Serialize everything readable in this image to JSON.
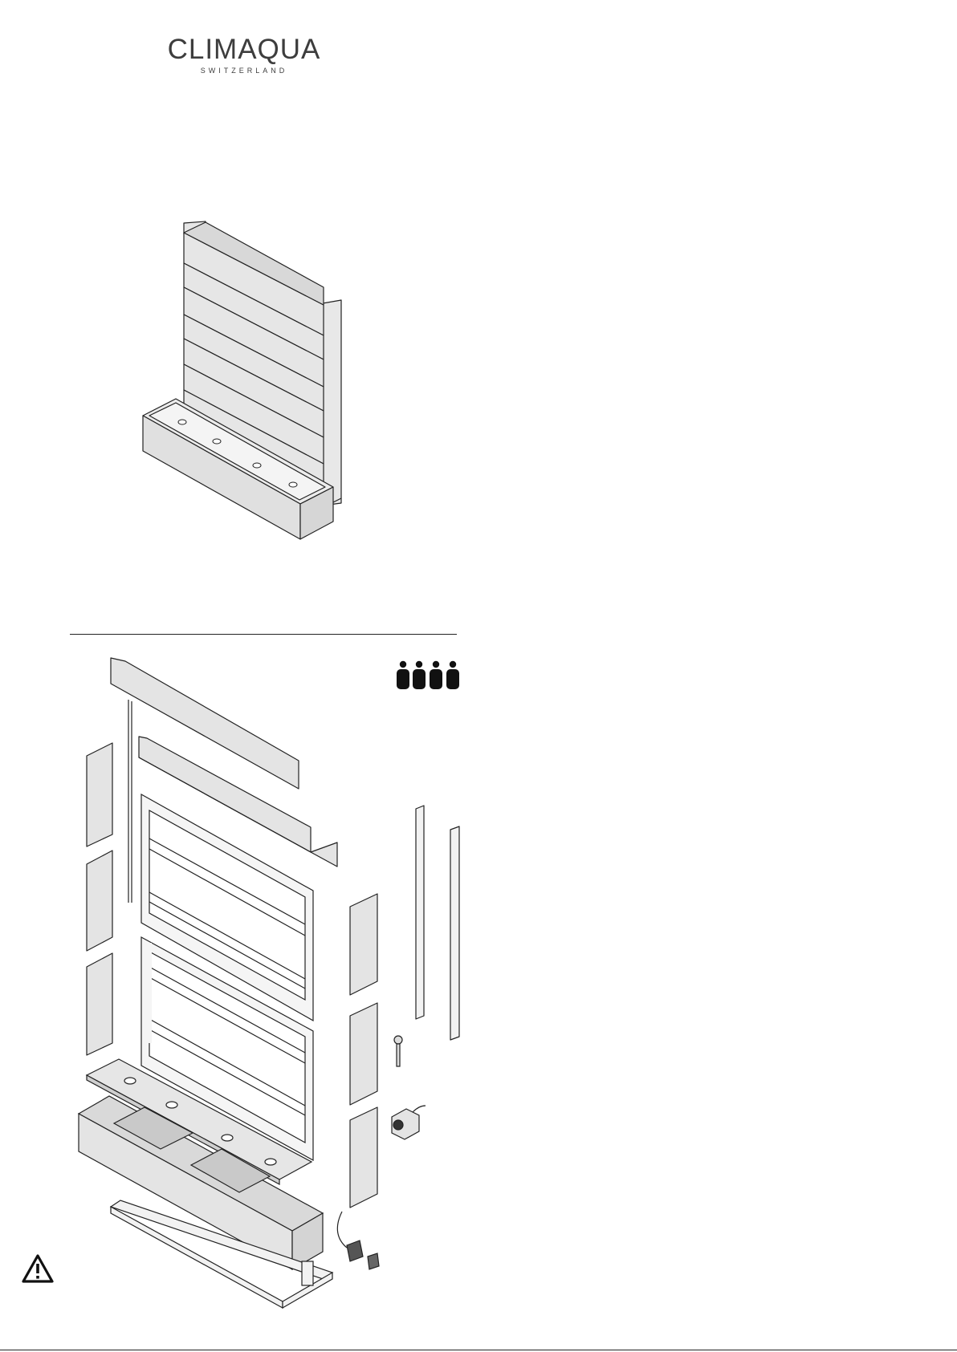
{
  "brand": {
    "name": "CLIMAQUA",
    "tagline": "SWITZERLAND"
  },
  "figures": {
    "assembled_view": "assembled-planter-wall",
    "exploded_view": "exploded-parts-view"
  },
  "icons": {
    "persons": [
      "person-icon",
      "person-icon",
      "person-icon",
      "person-icon"
    ],
    "warning": "warning-triangle-icon"
  },
  "colors": {
    "panel_fill": "#e4e4e4",
    "line": "#222222",
    "text": "#3d3d3d"
  }
}
